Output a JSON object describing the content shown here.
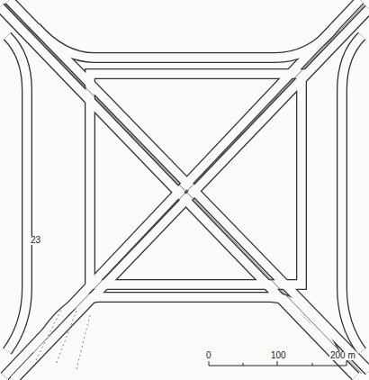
{
  "diagram": {
    "labels": [
      "23",
      "0",
      "100",
      "200 m"
    ]
  }
}
